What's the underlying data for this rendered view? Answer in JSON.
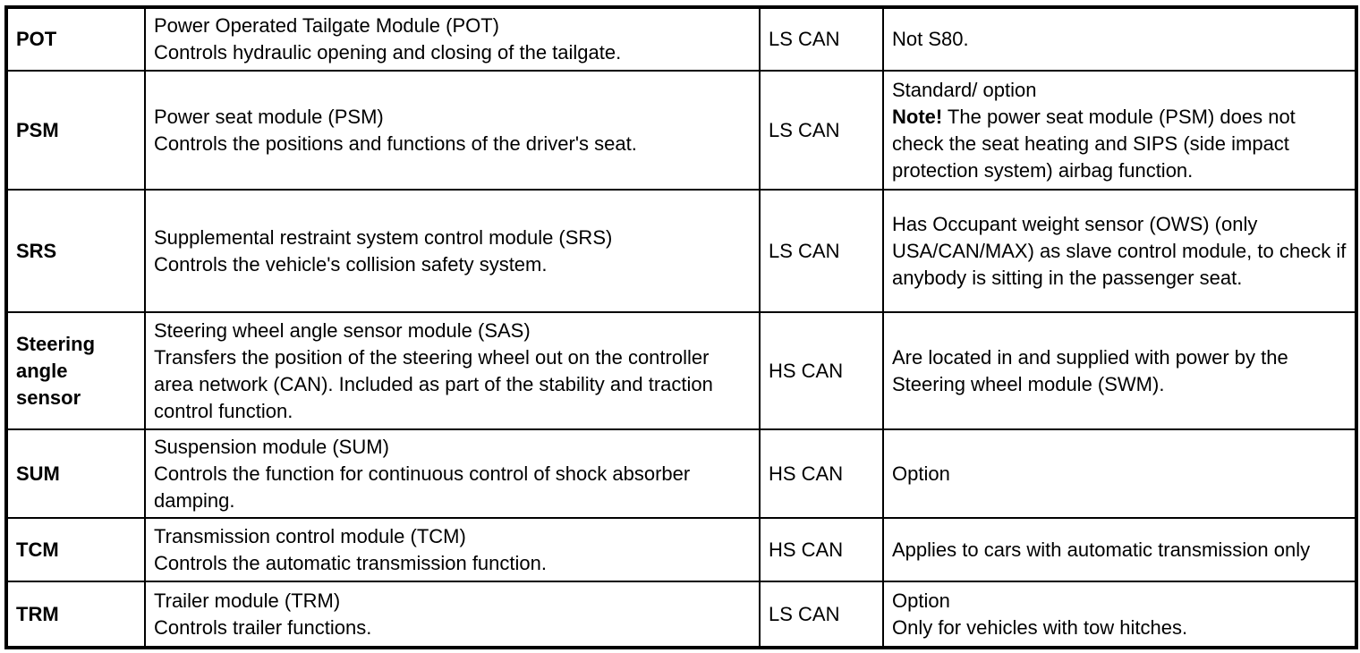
{
  "colors": {
    "border": "#000000",
    "text": "#000000",
    "background": "#ffffff"
  },
  "table": {
    "rows": [
      {
        "abbr": "POT",
        "description": [
          "Power Operated Tailgate Module (POT)",
          "Controls hydraulic opening and closing of the tailgate."
        ],
        "network": "LS CAN",
        "notes": [
          {
            "text": "Not S80."
          }
        ]
      },
      {
        "abbr": "PSM",
        "description": [
          "Power seat module (PSM)",
          "Controls the positions and functions of the driver's seat."
        ],
        "network": "LS CAN",
        "notes": [
          {
            "text": "Standard/ option"
          },
          {
            "prefix": "Note!",
            "text": " The power seat module (PSM) does not check the seat heating and SIPS (side impact protection system) airbag function."
          }
        ]
      },
      {
        "abbr": "SRS",
        "description": [
          "Supplemental restraint system control module (SRS)",
          "Controls the vehicle's collision safety system."
        ],
        "network": "LS CAN",
        "notes": [
          {
            "text": "Has Occupant weight sensor (OWS) (only USA/CAN/MAX) as slave control module, to check if anybody is sitting in the passenger seat."
          }
        ]
      },
      {
        "abbr": "Steering angle sensor",
        "description": [
          "Steering wheel angle sensor module (SAS)",
          "Transfers the position of the steering wheel out on the controller area network (CAN). Included as part of the stability and traction control function."
        ],
        "network": "HS CAN",
        "notes": [
          {
            "text": "Are located in and supplied with power by the Steering wheel module (SWM)."
          }
        ]
      },
      {
        "abbr": "SUM",
        "description": [
          "Suspension module (SUM)",
          "Controls the function for continuous control of shock absorber damping."
        ],
        "network": "HS CAN",
        "notes": [
          {
            "text": "Option"
          }
        ]
      },
      {
        "abbr": "TCM",
        "description": [
          "Transmission control module (TCM)",
          "Controls the automatic transmission function."
        ],
        "network": "HS CAN",
        "notes": [
          {
            "text": "Applies to cars with automatic transmission only"
          }
        ]
      },
      {
        "abbr": "TRM",
        "description": [
          "Trailer module (TRM)",
          "Controls trailer functions."
        ],
        "network": "LS CAN",
        "notes": [
          {
            "text": "Option"
          },
          {
            "text": "Only for vehicles with tow hitches."
          }
        ]
      }
    ]
  }
}
